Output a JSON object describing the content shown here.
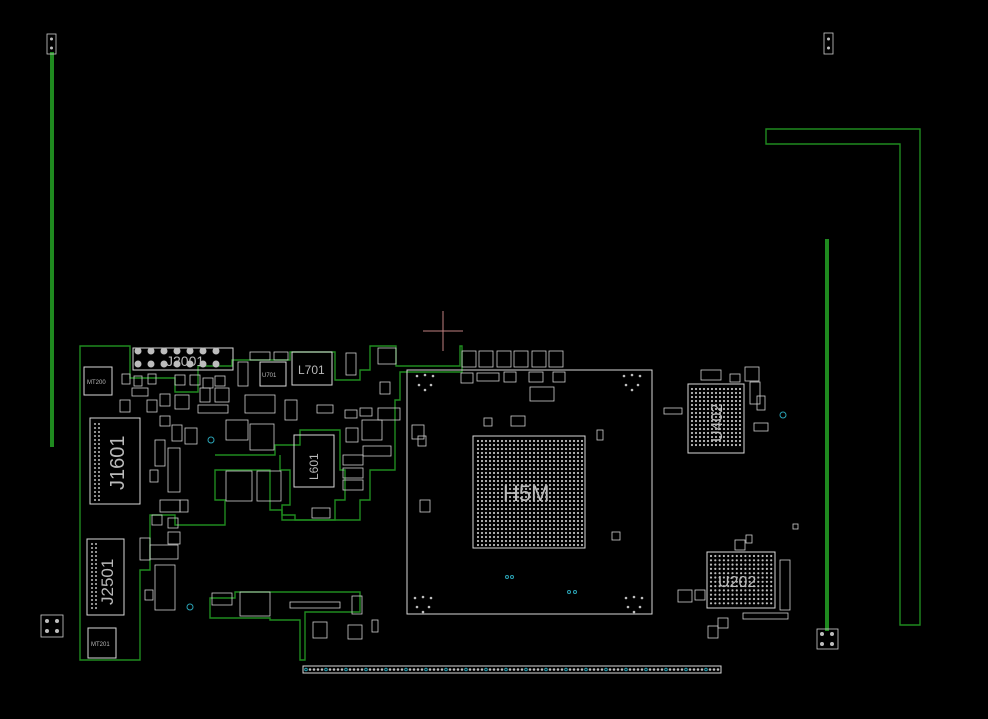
{
  "refdes": {
    "j1601": "J1601",
    "j2501": "J2501",
    "u402": "U402",
    "u202": "U202",
    "bga": "H5M",
    "l701": "L701",
    "l601": "L601",
    "j2001": "J2001",
    "mt200": "MT200",
    "mt201": "MT201",
    "u701": "U701"
  },
  "colors": {
    "background": "#000000",
    "silkscreen": "#d8d8d8",
    "copper_outline": "#1f8a1f",
    "via_ring": "#2aa3b5",
    "cursor": "#c08080"
  }
}
